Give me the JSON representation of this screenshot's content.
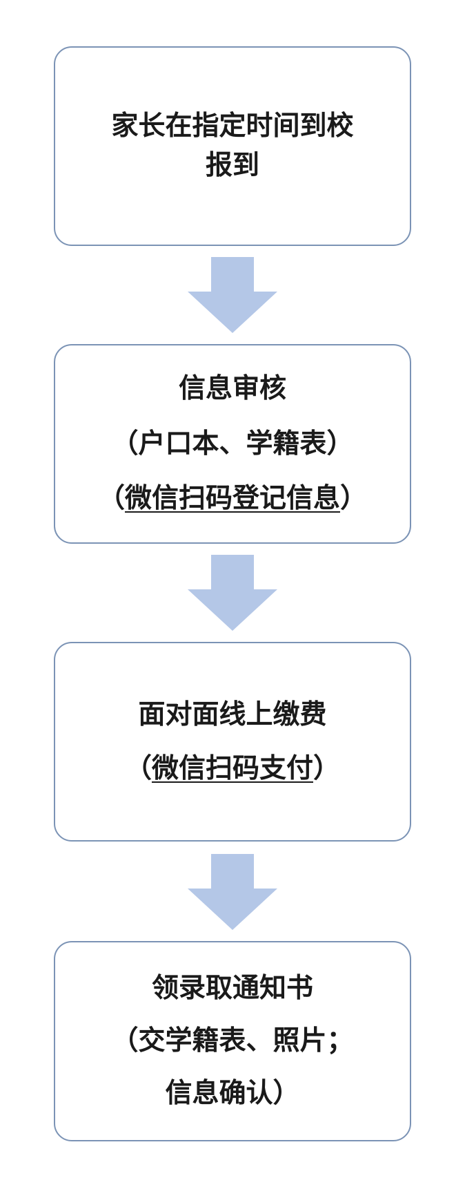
{
  "steps": [
    {
      "lines": [
        "家长在指定时间到校",
        "报到"
      ]
    },
    {
      "title": "信息审核",
      "note": "（户口本、学籍表）",
      "link_open": "（",
      "link_text": "微信扫码登记信息",
      "link_close": "）"
    },
    {
      "title": "面对面线上缴费",
      "link_open": "（",
      "link_text": "微信扫码支付",
      "link_close": "）"
    },
    {
      "title": "领录取通知书",
      "note_lines": [
        "（交学籍表、照片；",
        "信息确认）"
      ]
    }
  ],
  "colors": {
    "box_border": "#7b93b5",
    "arrow_fill": "#b4c7e7",
    "text": "#1a1a1a"
  },
  "icons": {
    "arrow": "down-arrow-icon"
  }
}
